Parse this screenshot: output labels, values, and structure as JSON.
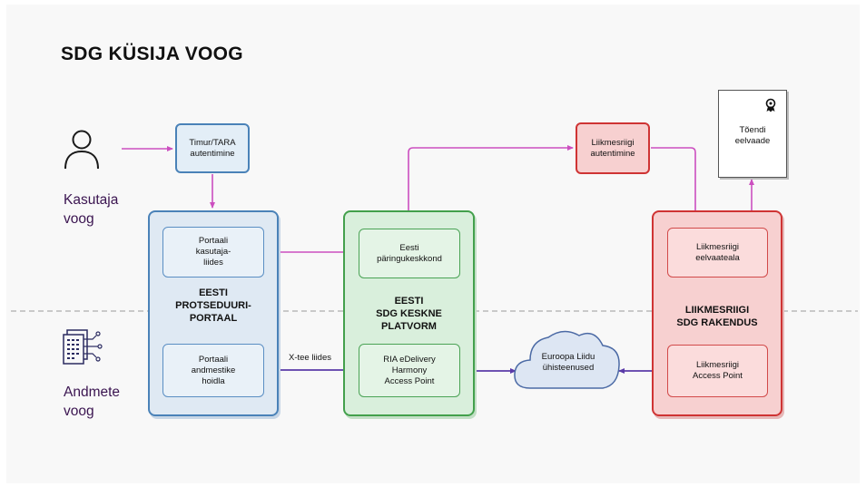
{
  "title": "SDG KÜSIJA VOOG",
  "lanes": {
    "user": "Kasutaja\nvoog",
    "data": "Andmete\nvoog"
  },
  "nodes": {
    "timur": "Timur/TARA\nautentimine",
    "portal_title": "EESTI\nPROTSEDUURI-\nPORTAAL",
    "portal_ui": "Portaali\nkasutaja-\nliides",
    "portal_store": "Portaali\nandmestike\nhoidla",
    "sdg_title": "EESTI\nSDG KESKNE\nPLATVORM",
    "query_center": "Eesti\npäringukeskkond",
    "ria_ap": "RIA eDelivery\nHarmony\nAccess Point",
    "cloud": "Euroopa Liidu\nühisteenused",
    "ms_auth": "Liikmesriigi\nautentimine",
    "ms_title": "LIIKMESRIIGI\nSDG RAKENDUS",
    "ms_preview": "Liikmesriigi\neelvaateala",
    "ms_ap": "Liikmesriigi\nAccess Point",
    "evidence": "Tõendi\neelvaade"
  },
  "edge_labels": {
    "xtee": "X-tee liides"
  },
  "colors": {
    "user_flow": "#cc4fc0",
    "data_flow": "#5a3aa8",
    "blue": "#4a82b8",
    "green": "#43a04c",
    "red": "#cf3434"
  }
}
